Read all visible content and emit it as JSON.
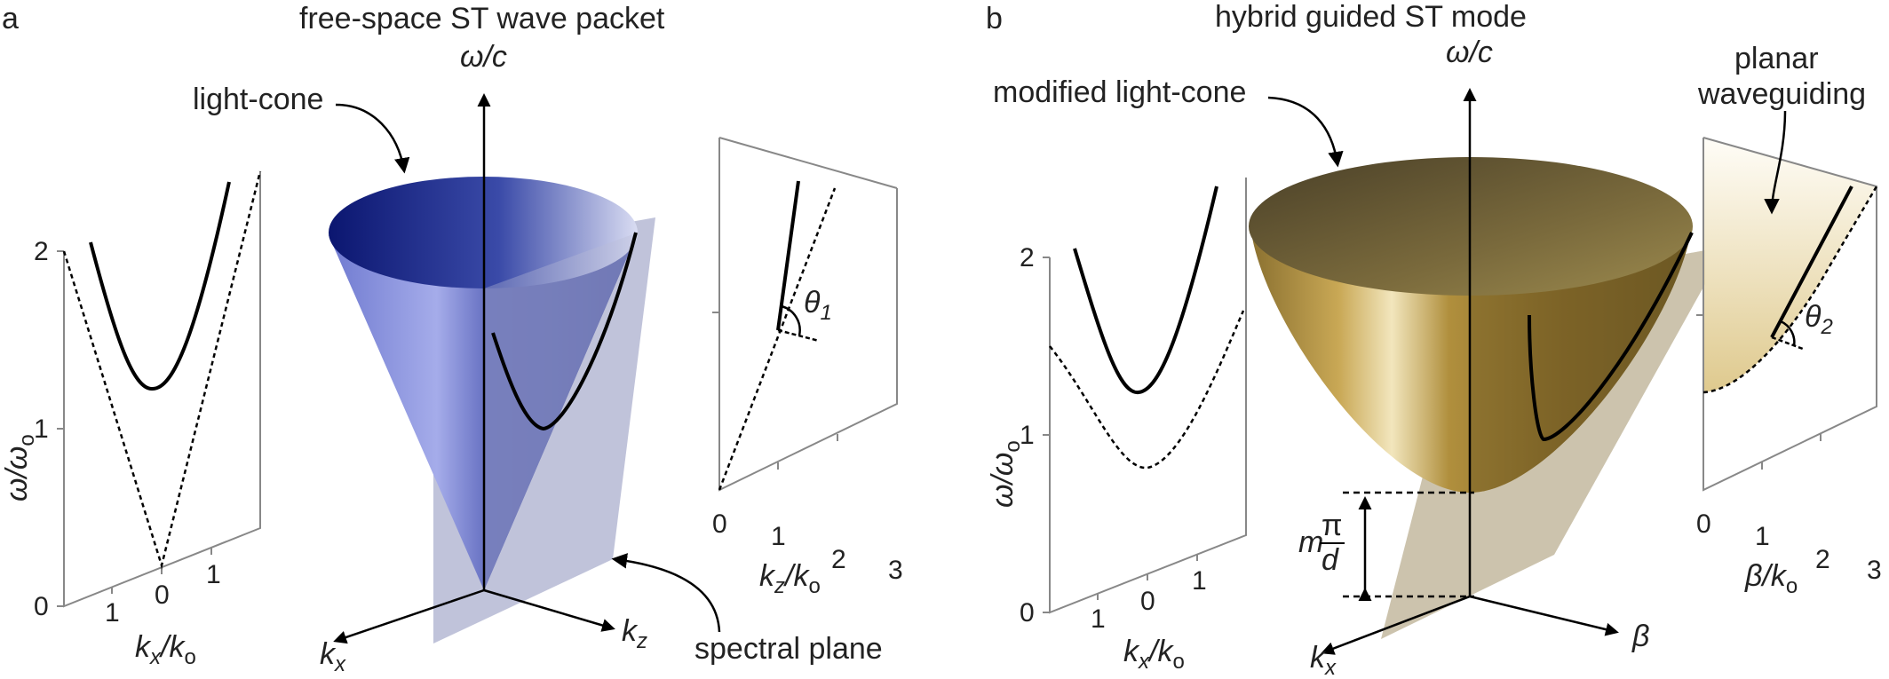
{
  "panel_a": {
    "letter": "a",
    "title": "free-space ST wave packet",
    "omega_axis": "ω/c",
    "cone_label": "light-cone",
    "plane_label": "spectral plane",
    "kx_axis": "k",
    "kx_sub": "x",
    "kz_axis": "k",
    "kz_sub": "z",
    "left_ylabel_main": "ω/ω",
    "left_ylabel_sub": "o",
    "left_xlabel_main": "k",
    "left_xlabel_sub": "x",
    "left_xlabel_div": "/k",
    "left_xlabel_sub2": "o",
    "left_yticks": [
      "2",
      "1",
      "0"
    ],
    "left_xticks": [
      "1",
      "0",
      "1"
    ],
    "right_xlabel_main": "k",
    "right_xlabel_sub": "z",
    "right_xlabel_div": "/k",
    "right_xlabel_sub2": "o",
    "right_xticks": [
      "0",
      "1",
      "2",
      "3"
    ],
    "angle_label": "θ",
    "angle_sub": "1",
    "colors": {
      "cone_dark": "#0d1a7a",
      "cone_light": "#9aa3e6",
      "plane": "#b9bcd6"
    }
  },
  "panel_b": {
    "letter": "b",
    "title": "hybrid guided ST mode",
    "omega_axis": "ω/c",
    "cone_label": "modified light-cone",
    "guide_label_1": "planar",
    "guide_label_2": "waveguiding",
    "kx_axis": "k",
    "kx_sub": "x",
    "beta_axis": "β",
    "cutoff_m": "m",
    "cutoff_num": "π",
    "cutoff_den": "d",
    "left_ylabel_main": "ω/ω",
    "left_ylabel_sub": "o",
    "left_xlabel_main": "k",
    "left_xlabel_sub": "x",
    "left_xlabel_div": "/k",
    "left_xlabel_sub2": "o",
    "left_yticks": [
      "2",
      "1",
      "0"
    ],
    "left_xticks": [
      "1",
      "0",
      "1"
    ],
    "right_xlabel_main": "β/k",
    "right_xlabel_sub": "o",
    "right_xticks": [
      "0",
      "1",
      "2",
      "3"
    ],
    "angle_label": "θ",
    "angle_sub": "2",
    "colors": {
      "cone_dark": "#6b5a2e",
      "cone_light": "#e9dcaa",
      "plane": "#c7bca4"
    }
  }
}
